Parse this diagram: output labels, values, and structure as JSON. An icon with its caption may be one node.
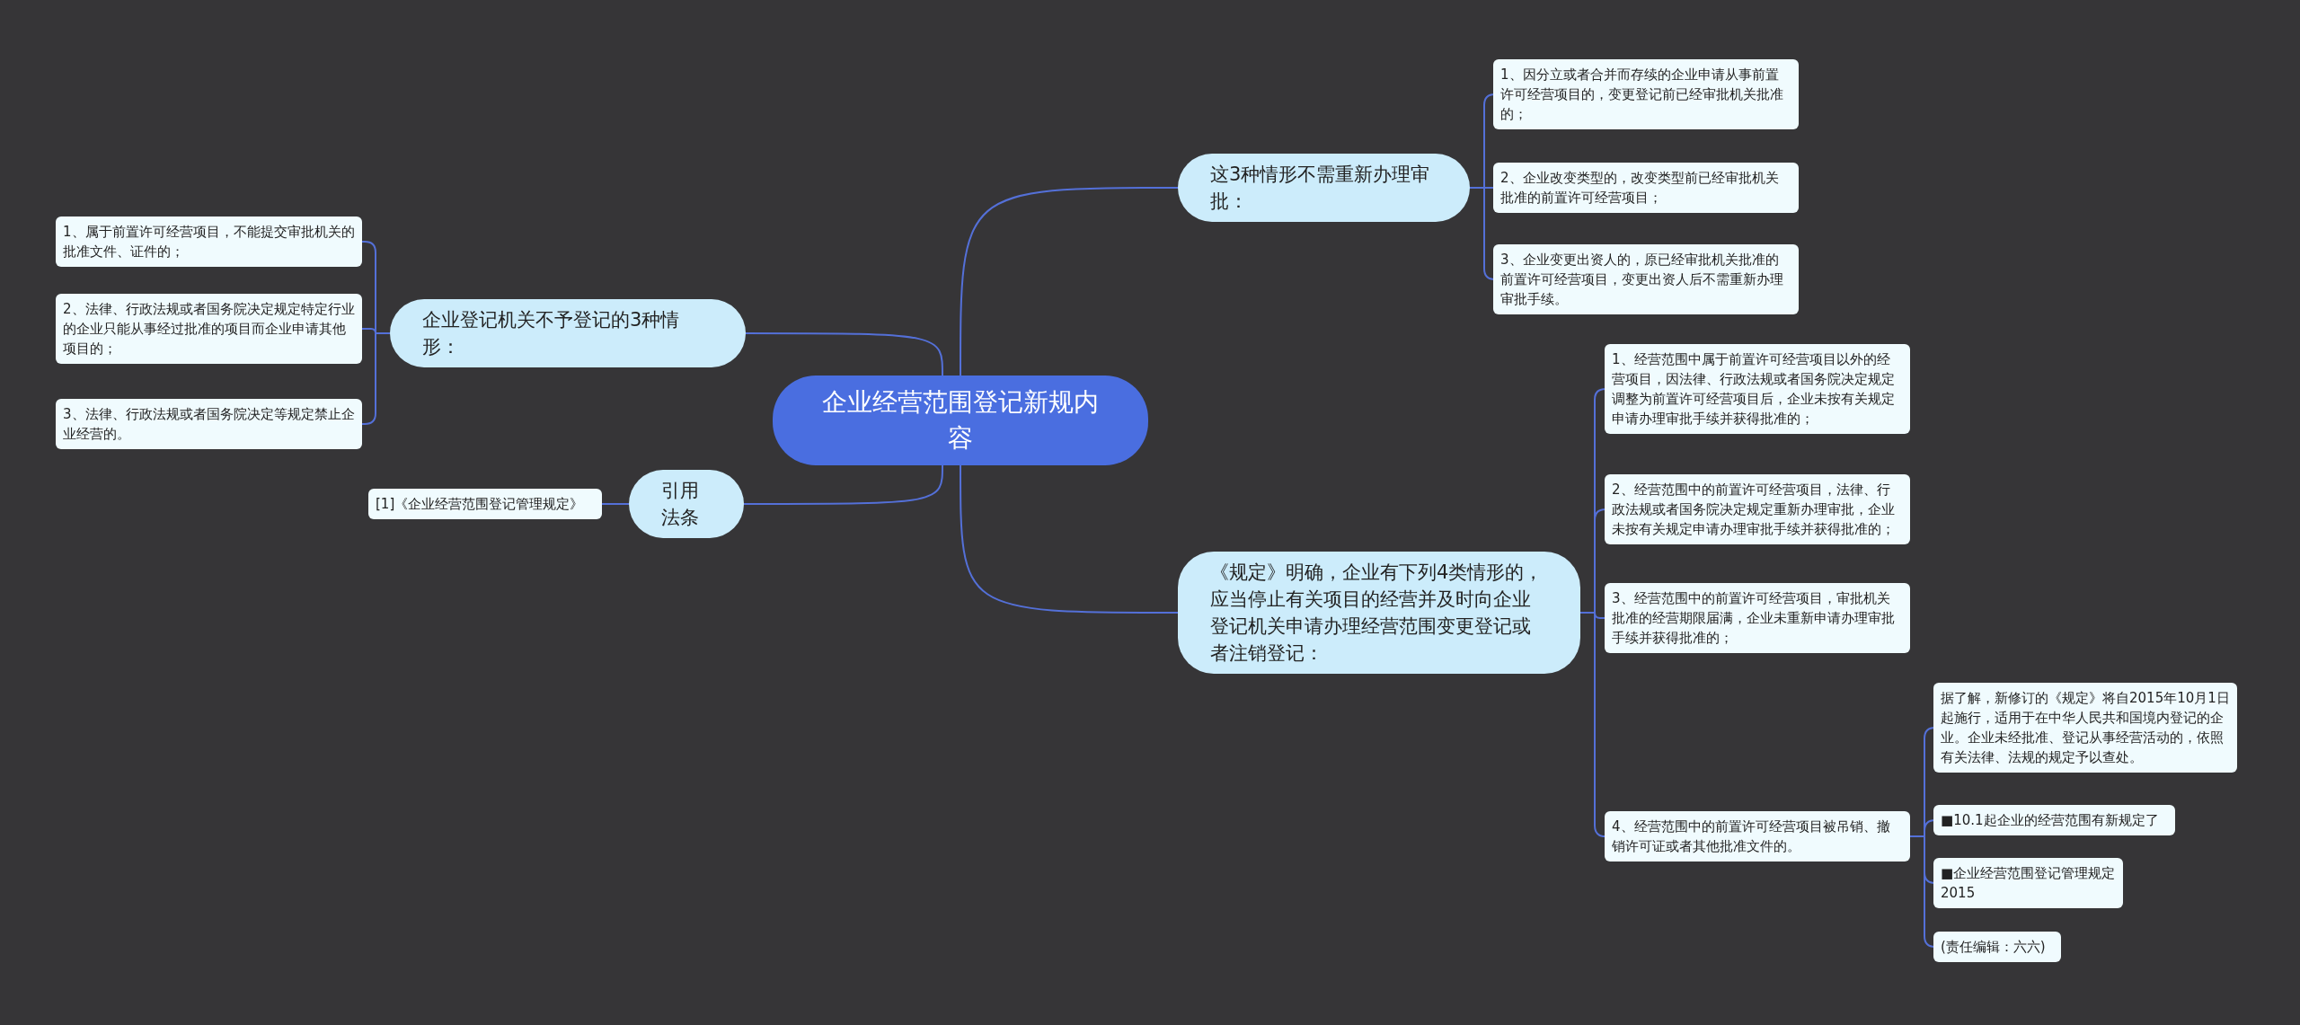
{
  "diagram": {
    "nodes": [
      {
        "text": [
          "企业经营范围登记新规内容"
        ]
      },
      {
        "text": [
          "这3种情形不需重新办理审批："
        ]
      },
      {
        "text": [
          "1、因分立或者合并而存续的企业申请从事前置许可经营项目的，变更登记前已经审批机关批准的；"
        ]
      },
      {
        "text": [
          "2、企业改变类型的，改变类型前已经审批机关批准的前置许可经营项目；"
        ]
      },
      {
        "text": [
          "3、企业变更出资人的，原已经审批机关批准的前置许可经营项目，变更出资人后不需重新办理审批手续。"
        ]
      },
      {
        "text": [
          "企业登记机关不予登记的3种情形："
        ]
      },
      {
        "text": [
          "1、属于前置许可经营项目，不能提交审批机关的批准文件、证件的；"
        ]
      },
      {
        "text": [
          "2、法律、行政法规或者国务院决定规定特定行业的企业只能从事经过批准的项目而企业申请其他项目的；"
        ]
      },
      {
        "text": [
          "3、法律、行政法规或者国务院决定等规定禁止企业经营的。"
        ]
      },
      {
        "text": [
          "引用法条"
        ]
      },
      {
        "text": [
          "[1]《企业经营范围登记管理规定》"
        ]
      },
      {
        "text": [
          "《规定》明确，企业有下列4类情形的，应当停止有关项目的经营并及时向企业登记机关申请办理经营范围变更登记或者注销登记："
        ]
      },
      {
        "text": [
          "1、经营范围中属于前置许可经营项目以外的经营项目，因法律、行政法规或者国务院决定规定调整为前置许可经营项目后，企业未按有关规定申请办理审批手续并获得批准的；"
        ]
      },
      {
        "text": [
          "2、经营范围中的前置许可经营项目，法律、行政法规或者国务院决定规定重新办理审批，企业未按有关规定申请办理审批手续并获得批准的；"
        ]
      },
      {
        "text": [
          "3、经营范围中的前置许可经营项目，审批机关批准的经营期限届满，企业未重新申请办理审批手续并获得批准的；"
        ]
      },
      {
        "text": [
          "4、经营范围中的前置许可经营项目被吊销、撤销许可证或者其他批准文件的。"
        ]
      },
      {
        "text": [
          "据了解，新修订的《规定》将自2015年10月1日起施行，适用于在中华人民共和国境内登记的企业。企业未经批准、登记从事经营活动的，依照有关法律、法规的规定予以查处。"
        ]
      },
      {
        "text": [
          "■10.1起企业的经营范围有新规定了"
        ]
      },
      {
        "text": [
          "■企业经营范围登记管理规定2015"
        ]
      },
      {
        "text": [
          "(责任编辑：六六)"
        ]
      }
    ],
    "edges": [
      {
        "from": 0,
        "to": 1,
        "arrow": "none"
      },
      {
        "from": 1,
        "to": 2,
        "arrow": "none"
      },
      {
        "from": 1,
        "to": 3,
        "arrow": "none"
      },
      {
        "from": 1,
        "to": 4,
        "arrow": "none"
      },
      {
        "from": 0,
        "to": 5,
        "arrow": "none"
      },
      {
        "from": 5,
        "to": 6,
        "arrow": "none"
      },
      {
        "from": 5,
        "to": 7,
        "arrow": "none"
      },
      {
        "from": 5,
        "to": 8,
        "arrow": "none"
      },
      {
        "from": 0,
        "to": 9,
        "arrow": "none"
      },
      {
        "from": 9,
        "to": 10,
        "arrow": "none"
      },
      {
        "from": 0,
        "to": 11,
        "arrow": "none"
      },
      {
        "from": 11,
        "to": 12,
        "arrow": "none"
      },
      {
        "from": 11,
        "to": 13,
        "arrow": "none"
      },
      {
        "from": 11,
        "to": 14,
        "arrow": "none"
      },
      {
        "from": 11,
        "to": 15,
        "arrow": "none"
      },
      {
        "from": 15,
        "to": 16,
        "arrow": "none"
      },
      {
        "from": 15,
        "to": 17,
        "arrow": "none"
      },
      {
        "from": 15,
        "to": 18,
        "arrow": "none"
      },
      {
        "from": 15,
        "to": 19,
        "arrow": "none"
      }
    ]
  }
}
